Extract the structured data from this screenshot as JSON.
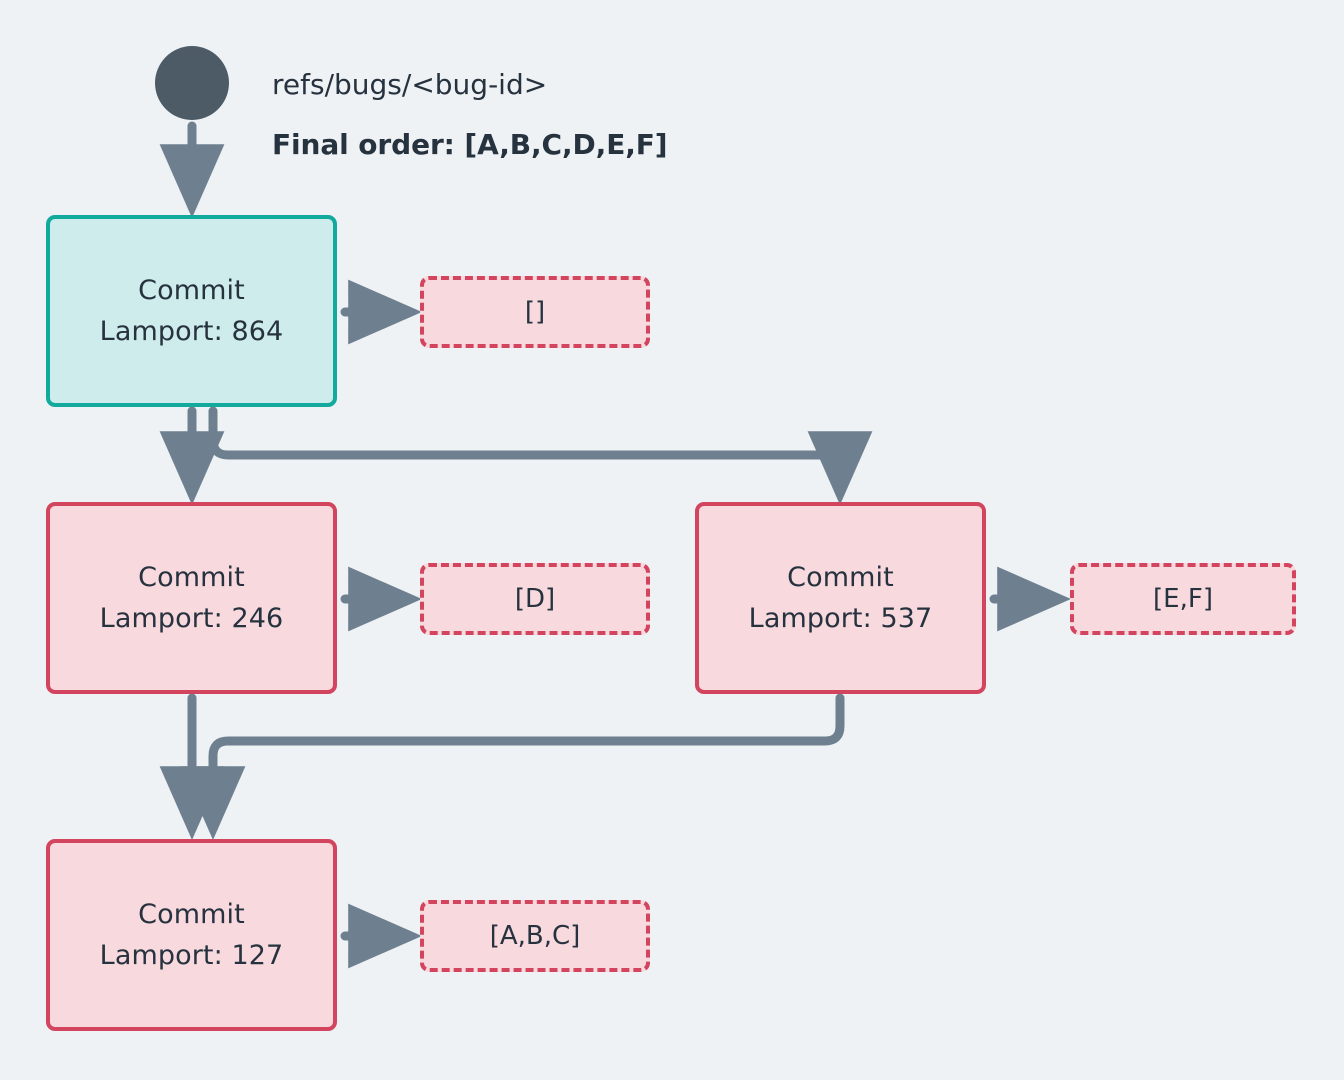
{
  "diagram": {
    "title_ref": "refs/bugs/<bug-id>",
    "final_order_label": "Final order: [A,B,C,D,E,F]",
    "background_color": "#eef2f5",
    "start_node": {
      "name": "start-dot",
      "color": "#4c5b66"
    },
    "edge_color": "#6e8090",
    "commit_label": "Commit",
    "nodes": [
      {
        "id": "commit-864",
        "line1": "Commit",
        "line2": "Lamport: 864",
        "lamport": 864,
        "fill": "#cdeceb",
        "stroke": "#12aa9c",
        "style": "teal"
      },
      {
        "id": "commit-246",
        "line1": "Commit",
        "line2": "Lamport: 246",
        "lamport": 246,
        "fill": "#f8d9de",
        "stroke": "#d3455f",
        "style": "pink"
      },
      {
        "id": "commit-537",
        "line1": "Commit",
        "line2": "Lamport: 537",
        "lamport": 537,
        "fill": "#f8d9de",
        "stroke": "#d3455f",
        "style": "pink"
      },
      {
        "id": "commit-127",
        "line1": "Commit",
        "line2": "Lamport: 127",
        "lamport": 127,
        "fill": "#f8d9de",
        "stroke": "#d3455f",
        "style": "pink"
      }
    ],
    "tag_boxes": [
      {
        "id": "tags-864",
        "label": "[]"
      },
      {
        "id": "tags-246",
        "label": "[D]"
      },
      {
        "id": "tags-537",
        "label": "[E,F]"
      },
      {
        "id": "tags-127",
        "label": "[A,B,C]"
      }
    ]
  }
}
